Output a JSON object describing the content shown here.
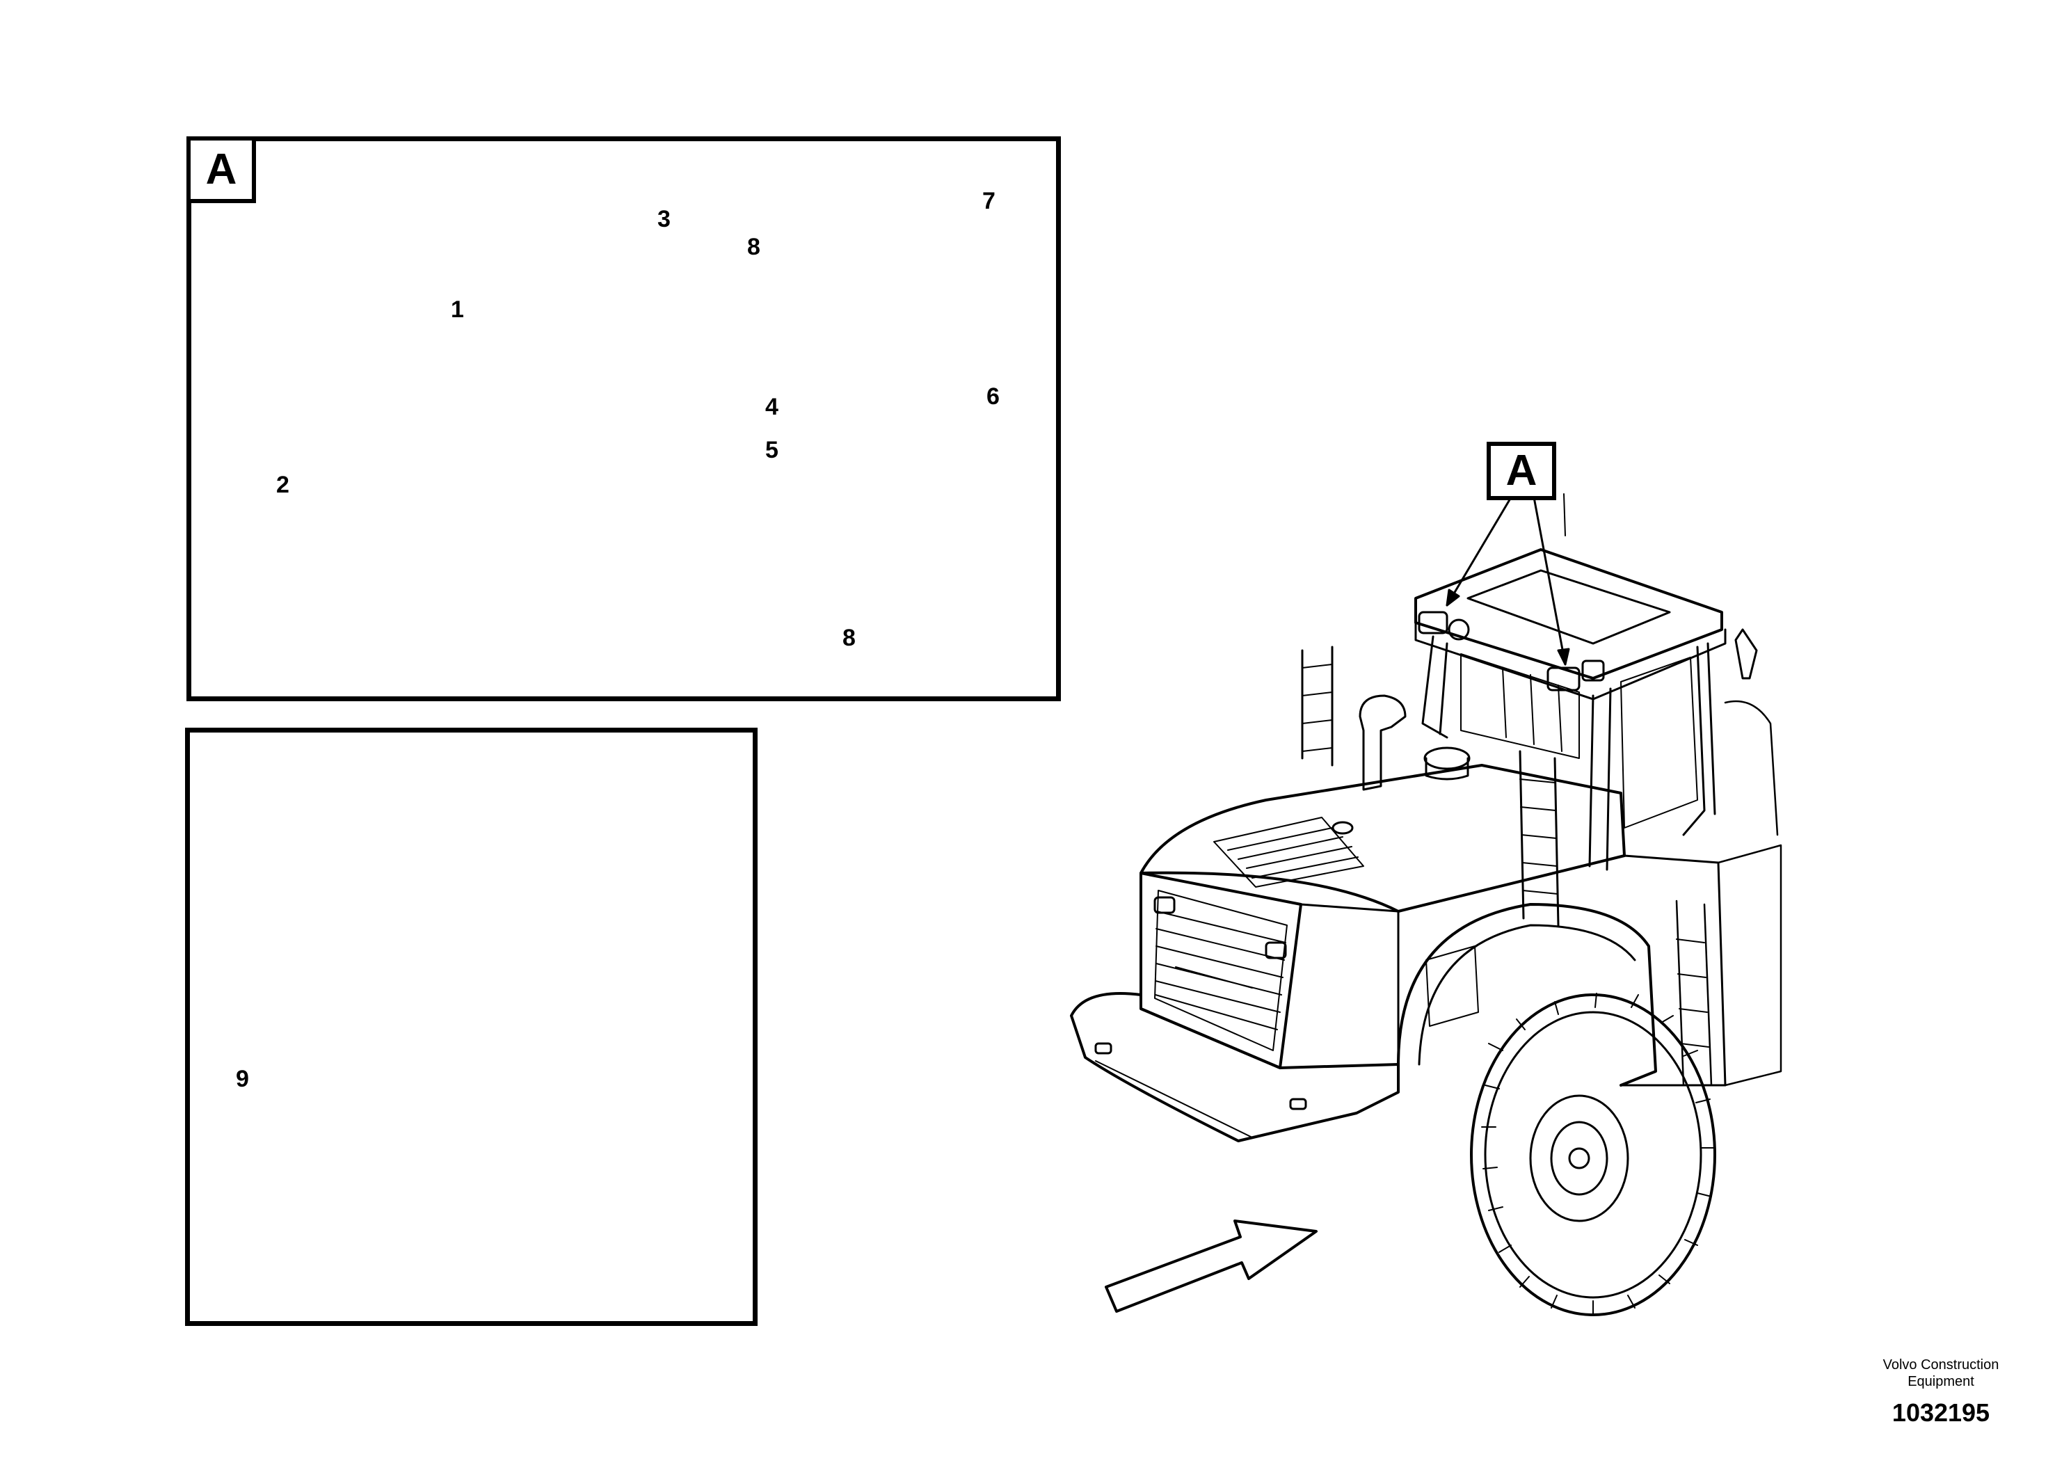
{
  "detail_label": "A",
  "callouts": {
    "c1": "1",
    "c2": "2",
    "c3": "3",
    "c4": "4",
    "c5": "5",
    "c6": "6",
    "c7": "7",
    "c8a": "8",
    "c8b": "8",
    "c9": "9"
  },
  "footer": {
    "company": "Volvo Construction",
    "company_line2": "Equipment",
    "drawing_number": "1032195"
  }
}
